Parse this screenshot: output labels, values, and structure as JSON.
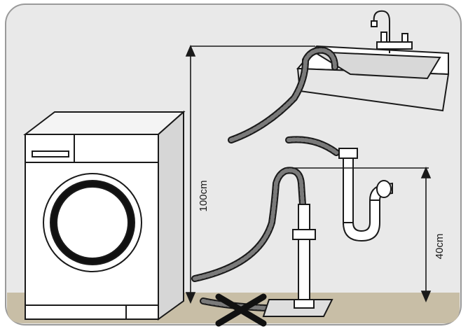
{
  "diagram": {
    "labels": {
      "sink_height": "100cm",
      "standpipe_height": "40cm"
    },
    "colors": {
      "background": "#e9e9e9",
      "floor": "#c8bea6",
      "outline": "#1a1a1a",
      "hose": "#5a5a5a"
    },
    "icons": [
      "washing-machine",
      "sink",
      "faucet",
      "standpipe",
      "p-trap",
      "drain-hose",
      "wrong-x-mark"
    ]
  }
}
